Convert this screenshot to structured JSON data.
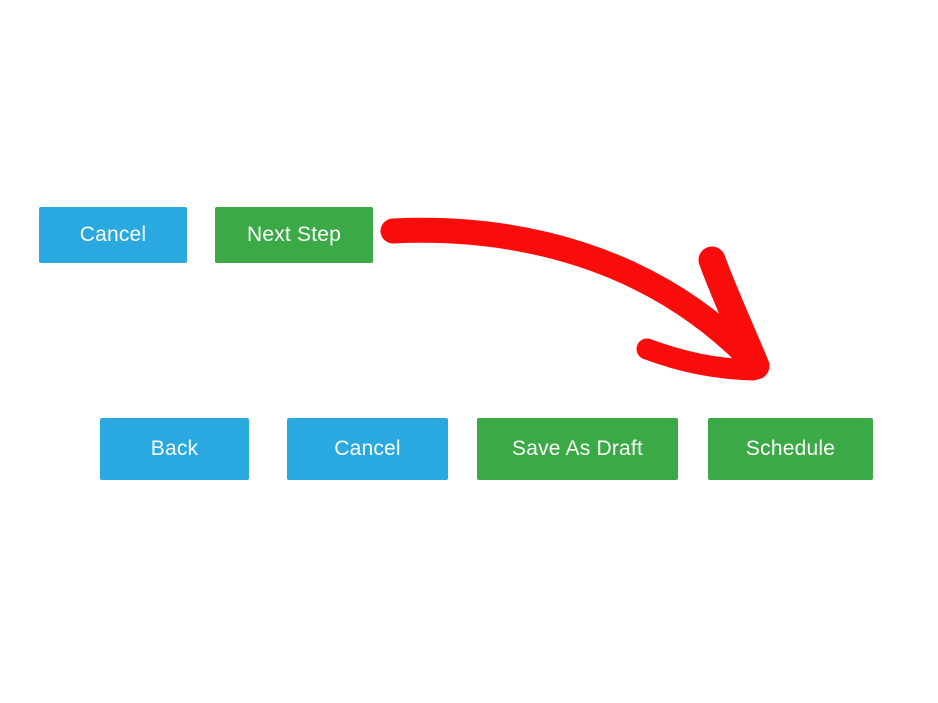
{
  "colors": {
    "blue": "#29A9E0",
    "green": "#3BAA46",
    "red": "#F90C0C",
    "button_text": "#FFFFFF",
    "background": "#FFFFFF"
  },
  "step_one_actions": {
    "cancel": "Cancel",
    "next_step": "Next Step"
  },
  "step_two_actions": {
    "back": "Back",
    "cancel": "Cancel",
    "save_as_draft": "Save As Draft",
    "schedule": "Schedule"
  },
  "icons": {
    "red_arrow": "hand-drawn-curved-arrow-pointing-down-right-at-schedule-button"
  }
}
